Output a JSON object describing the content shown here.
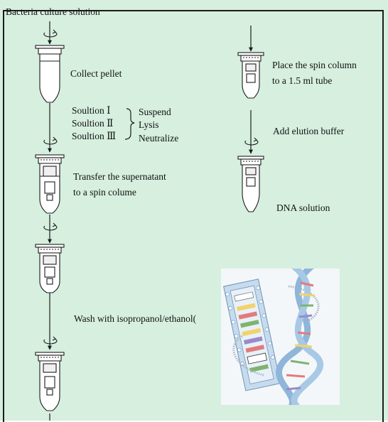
{
  "labels": {
    "start": "Bacteria culture solution",
    "collect": "Collect pellet",
    "sol1": "Soultion Ⅰ",
    "sol2": "Soultion Ⅱ",
    "sol3": "Soultion Ⅲ",
    "suspend": "Suspend",
    "lysis": "Lysis",
    "neutralize": "Neutralize",
    "transfer_1": "Transfer the supernatant",
    "transfer_2": "to a spin colume",
    "wash": "Wash with isopropanol/ethanol(",
    "place_1": "Place the spin column",
    "place_2": "to a 1.5 ml tube",
    "elution": "Add elution buffer",
    "result": "DNA solution"
  },
  "icons": {
    "spin": "rotation-arrow-icon",
    "tube": "microcentrifuge-tube-icon",
    "column": "spin-column-tube-icon",
    "dna": "dna-plasmid-illustration"
  },
  "colors": {
    "background": "#d6efdf",
    "line": "#1c1c1c",
    "dna_strand": "#8fb6d9"
  }
}
